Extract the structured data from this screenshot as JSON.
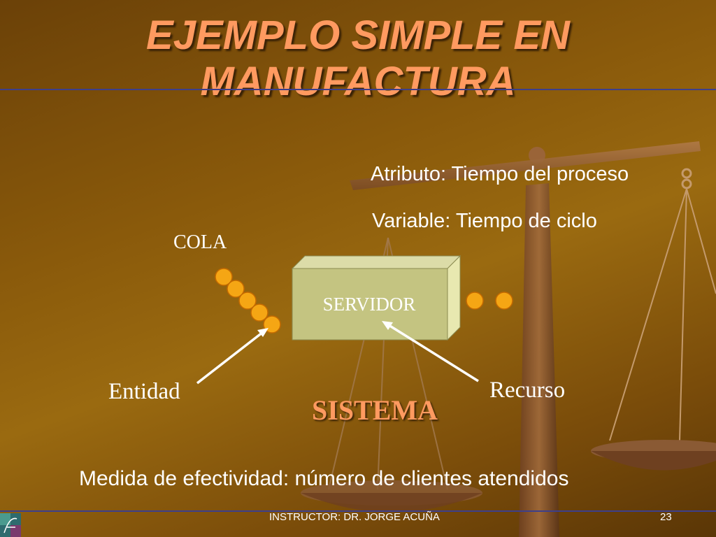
{
  "title": {
    "line1": "EJEMPLO SIMPLE EN",
    "line2": "MANUFACTURA"
  },
  "labels": {
    "atributo": "Atributo: Tiempo del proceso",
    "variable": "Variable: Tiempo de ciclo",
    "cola": "COLA",
    "servidor": "SERVIDOR",
    "entidad": "Entidad",
    "recurso": "Recurso",
    "sistema": "SISTEMA",
    "medida": "Medida de efectividad: número de clientes atendidos"
  },
  "footer": {
    "instructor": "INSTRUCTOR: DR. JORGE ACUÑA",
    "page": "23"
  },
  "colors": {
    "title": "#ff9a60",
    "entity": "#f5a614",
    "server_front": "#c4c481",
    "rule": "#3d3f8c"
  }
}
